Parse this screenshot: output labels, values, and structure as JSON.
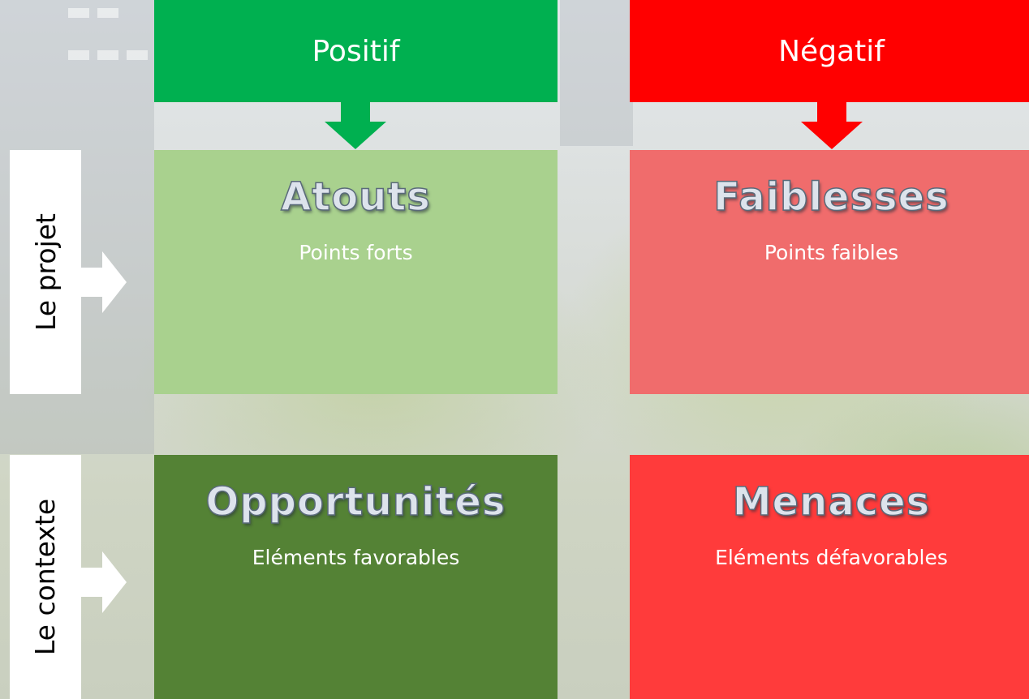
{
  "headers": {
    "positive": "Positif",
    "negative": "Négatif"
  },
  "rows": {
    "project": "Le projet",
    "context": "Le contexte"
  },
  "quadrants": {
    "strengths": {
      "title": "Atouts",
      "subtitle": "Points forts"
    },
    "weaknesses": {
      "title": "Faiblesses",
      "subtitle": "Points faibles"
    },
    "opportunities": {
      "title": "Opportunités",
      "subtitle": "Eléments favorables"
    },
    "threats": {
      "title": "Menaces",
      "subtitle": "Eléments défavorables"
    }
  },
  "colors": {
    "positive_header": "#00b050",
    "negative_header": "#ff0000",
    "strengths": "#a9d18e",
    "weaknesses": "#f06c6c",
    "opportunities": "#548235",
    "threats": "#ff3b3b"
  }
}
